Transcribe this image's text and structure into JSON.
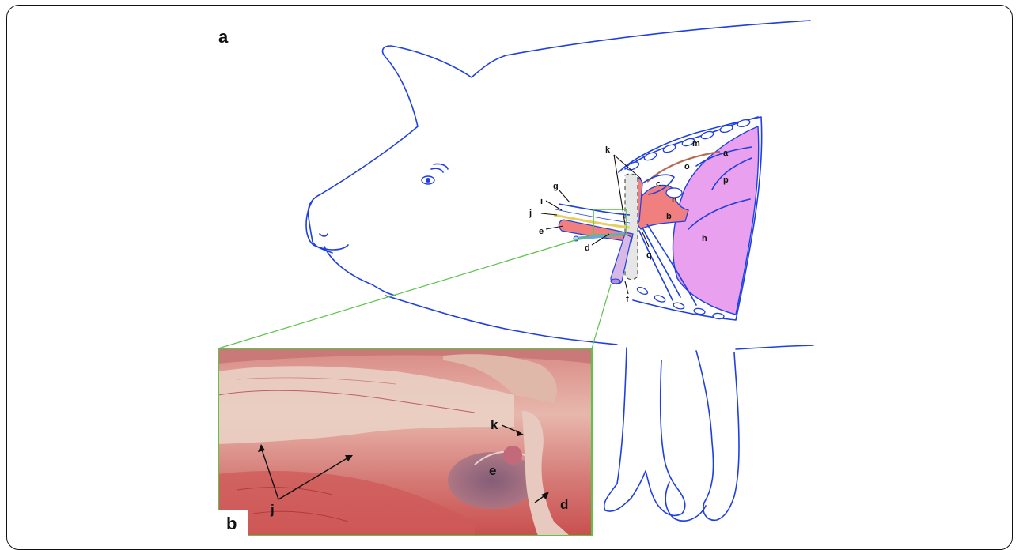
{
  "panels": {
    "a": "a",
    "b": "b"
  },
  "labels": {
    "a": "a",
    "b": "b",
    "c": "c",
    "d": "d",
    "e": "e",
    "f": "f",
    "g": "g",
    "h": "h",
    "i": "i",
    "j": "j",
    "k": "k",
    "m": "m",
    "n": "n",
    "o": "o",
    "p": "p",
    "q": "q"
  },
  "photo_labels": {
    "k": "k",
    "e": "e",
    "j": "j",
    "d": "d"
  },
  "colors": {
    "outline": "#1f3fe0",
    "artery": "#f08080",
    "lung": "#e9a0ef",
    "zoom_box": "#5cc34a",
    "vagus": "#e8d060"
  }
}
